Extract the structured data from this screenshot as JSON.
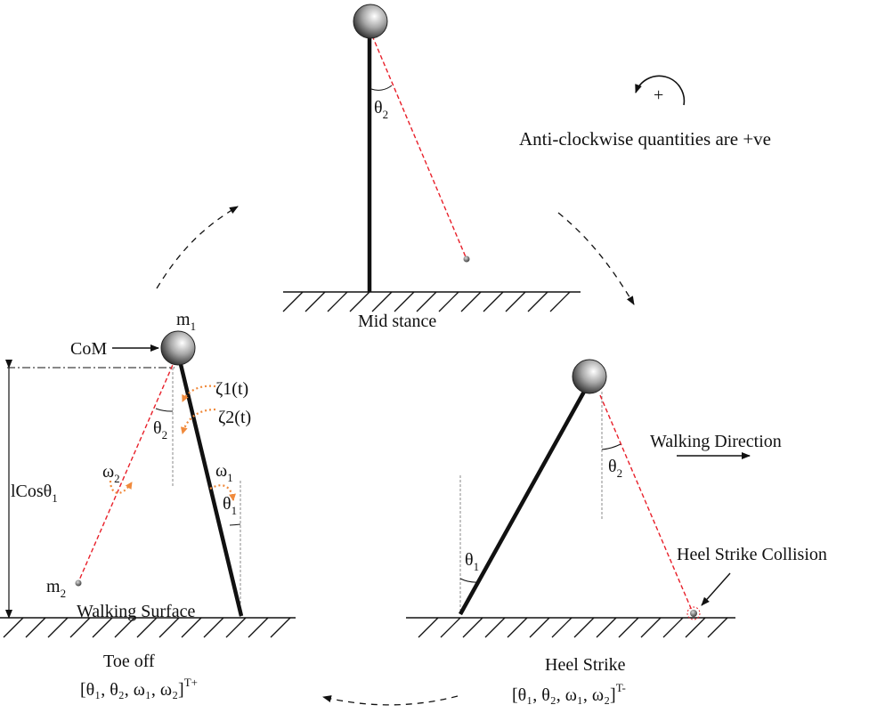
{
  "mid_stance": {
    "title": "Mid stance",
    "theta2": "θ",
    "theta2_sub": "2"
  },
  "sign_convention": {
    "plus": "+",
    "text": "Anti-clockwise quantities are +ve"
  },
  "toe_off": {
    "com": "CoM",
    "m1": "m",
    "m1_sub": "1",
    "m2": "m",
    "m2_sub": "2",
    "zeta1": "ζ1(t)",
    "zeta2": "ζ2(t)",
    "theta1": "θ",
    "theta1_sub": "1",
    "theta2": "θ",
    "theta2_sub": "2",
    "omega1": "ω",
    "omega1_sub": "1",
    "omega2": "ω",
    "omega2_sub": "2",
    "height_label": "lCosθ",
    "height_label_sub": "1",
    "surface": "Walking Surface",
    "title": "Toe off",
    "state_vector": "[θ₁, θ₂, ω₁, ω₂]",
    "state_sup": "T+"
  },
  "heel_strike": {
    "walking_direction": "Walking Direction",
    "collision": "Heel Strike Collision",
    "theta1": "θ",
    "theta1_sub": "1",
    "theta2": "θ",
    "theta2_sub": "2",
    "title": "Heel Strike",
    "state_vector": "[θ₁, θ₂, ω₁, ω₂]",
    "state_sup": "T-"
  },
  "colors": {
    "swing_leg": "#e8202a",
    "velocity_arrow": "#f08a3c",
    "stance_leg": "#111111",
    "reference_line": "#888888"
  }
}
